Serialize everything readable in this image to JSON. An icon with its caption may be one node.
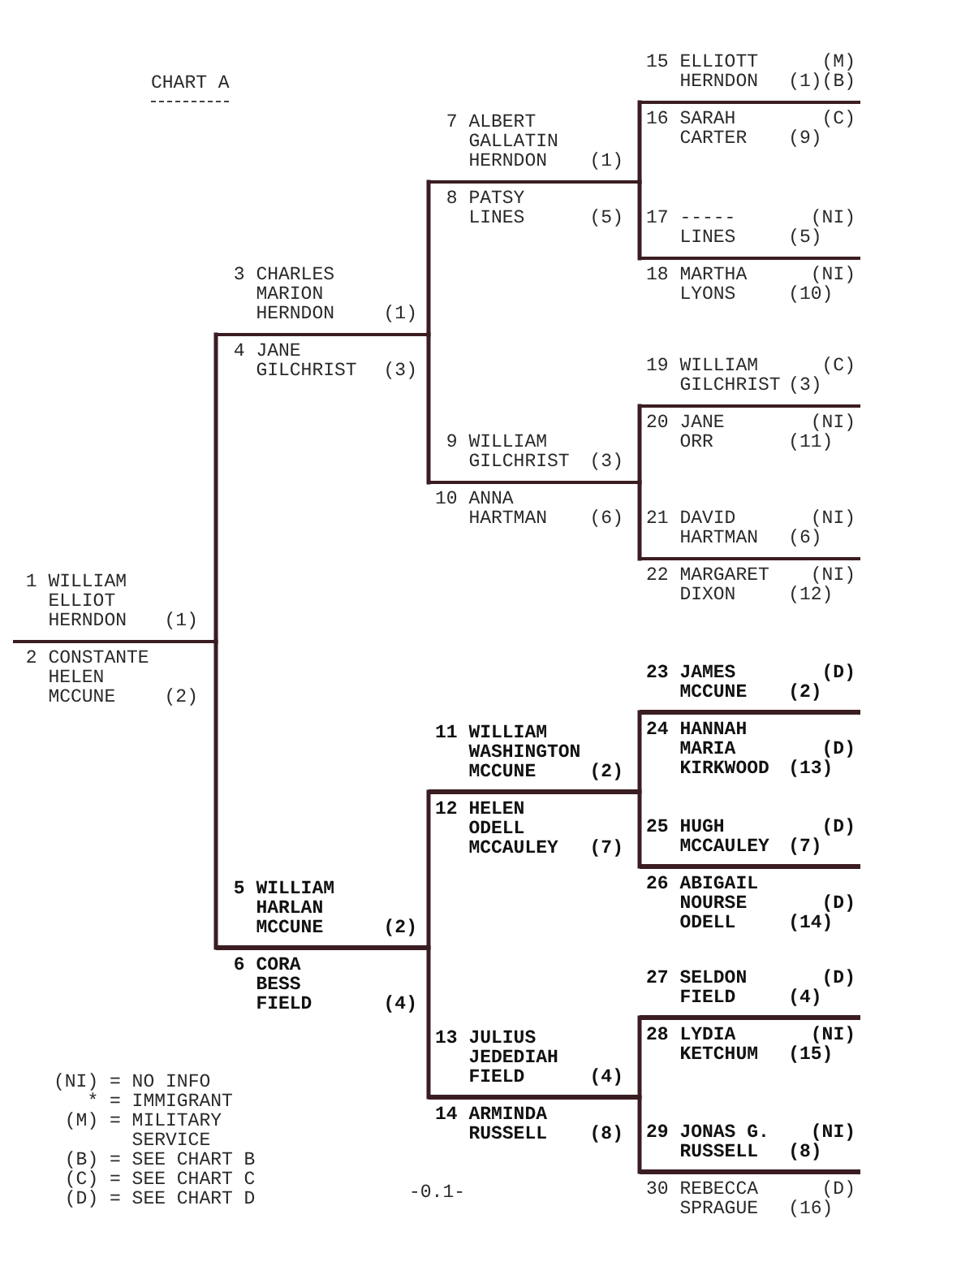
{
  "diagram": {
    "title": "CHART A",
    "nodes": [
      {
        "text": [
          "1",
          "WILLIAM ELLIOT HERNDON",
          "(1)"
        ]
      },
      {
        "text": [
          "2",
          "CONSTANTE HELEN MCCUNE",
          "(2)"
        ]
      },
      {
        "text": [
          "3",
          "CHARLES MARION HERNDON",
          "(1)"
        ]
      },
      {
        "text": [
          "4",
          "JANE GILCHRIST",
          "(3)"
        ]
      },
      {
        "text": [
          "5",
          "WILLIAM HARLAN MCCUNE",
          "(2)"
        ]
      },
      {
        "text": [
          "6",
          "CORA BESS FIELD",
          "(4)"
        ]
      },
      {
        "text": [
          "7",
          "ALBERT GALLATIN HERNDON",
          "(1)"
        ]
      },
      {
        "text": [
          "8",
          "PATSY LINES",
          "(5)"
        ]
      },
      {
        "text": [
          "9",
          "WILLIAM GILCHRIST",
          "(3)"
        ]
      },
      {
        "text": [
          "10",
          "ANNA HARTMAN",
          "(6)"
        ]
      },
      {
        "text": [
          "11",
          "WILLIAM WASHINGTON MCCUNE",
          "(2)"
        ]
      },
      {
        "text": [
          "12",
          "HELEN ODELL MCCAULEY",
          "(7)"
        ]
      },
      {
        "text": [
          "13",
          "JULIUS JEDEDIAH FIELD",
          "(4)"
        ]
      },
      {
        "text": [
          "14",
          "ARMINDA RUSSELL",
          "(8)"
        ]
      },
      {
        "text": [
          "15",
          "ELLIOTT HERNDON",
          "(M)",
          "(1)(B)"
        ]
      },
      {
        "text": [
          "16",
          "SARAH CARTER",
          "(C)",
          "(9)"
        ]
      },
      {
        "text": [
          "17",
          "----- LINES",
          "(NI)",
          "(5)"
        ]
      },
      {
        "text": [
          "18",
          "MARTHA LYONS",
          "(NI)",
          "(10)"
        ]
      },
      {
        "text": [
          "19",
          "WILLIAM GILCHRIST",
          "(C)",
          "(3)"
        ]
      },
      {
        "text": [
          "20",
          "JANE ORR",
          "(NI)",
          "(11)"
        ]
      },
      {
        "text": [
          "21",
          "DAVID HARTMAN",
          "(NI)",
          "(6)"
        ]
      },
      {
        "text": [
          "22",
          "MARGARET DIXON",
          "(NI)",
          "(12)"
        ]
      },
      {
        "text": [
          "23",
          "JAMES MCCUNE",
          "(D)",
          "(2)"
        ]
      },
      {
        "text": [
          "24",
          "HANNAH MARIA KIRKWOOD",
          "(D)",
          "(13)"
        ]
      },
      {
        "text": [
          "25",
          "HUGH MCCAULEY",
          "(D)",
          "(7)"
        ]
      },
      {
        "text": [
          "26",
          "ABIGAIL NOURSE ODELL",
          "(D)",
          "(14)"
        ]
      },
      {
        "text": [
          "27",
          "SELDON FIELD",
          "(D)",
          "(4)"
        ]
      },
      {
        "text": [
          "28",
          "LYDIA KETCHUM",
          "(NI)",
          "(15)"
        ]
      },
      {
        "text": [
          "29",
          "JONAS G. RUSSELL",
          "(NI)",
          "(8)"
        ]
      },
      {
        "text": [
          "30",
          "REBECCA SPRAGUE",
          "(D)",
          "(16)"
        ]
      }
    ],
    "edges": [
      {
        "from": 0,
        "to": 2,
        "arrow": "none"
      },
      {
        "from": 1,
        "to": 4,
        "arrow": "none"
      },
      {
        "from": 2,
        "to": 6,
        "arrow": "none"
      },
      {
        "from": 3,
        "to": 8,
        "arrow": "none"
      },
      {
        "from": 4,
        "to": 10,
        "arrow": "none"
      },
      {
        "from": 5,
        "to": 12,
        "arrow": "none"
      },
      {
        "from": 6,
        "to": 14,
        "arrow": "none"
      },
      {
        "from": 7,
        "to": 16,
        "arrow": "none"
      },
      {
        "from": 8,
        "to": 18,
        "arrow": "none"
      },
      {
        "from": 9,
        "to": 20,
        "arrow": "none"
      },
      {
        "from": 10,
        "to": 22,
        "arrow": "none"
      },
      {
        "from": 11,
        "to": 24,
        "arrow": "none"
      },
      {
        "from": 12,
        "to": 26,
        "arrow": "none"
      },
      {
        "from": 13,
        "to": 28,
        "arrow": "none"
      }
    ],
    "labels": [
      "(NI) = NO INFO",
      "* = IMMIGRANT",
      "(M) = MILITARY SERVICE",
      "(B) = SEE CHART B",
      "(C) = SEE CHART C",
      "(D) = SEE CHART D",
      "-0.1-"
    ]
  }
}
